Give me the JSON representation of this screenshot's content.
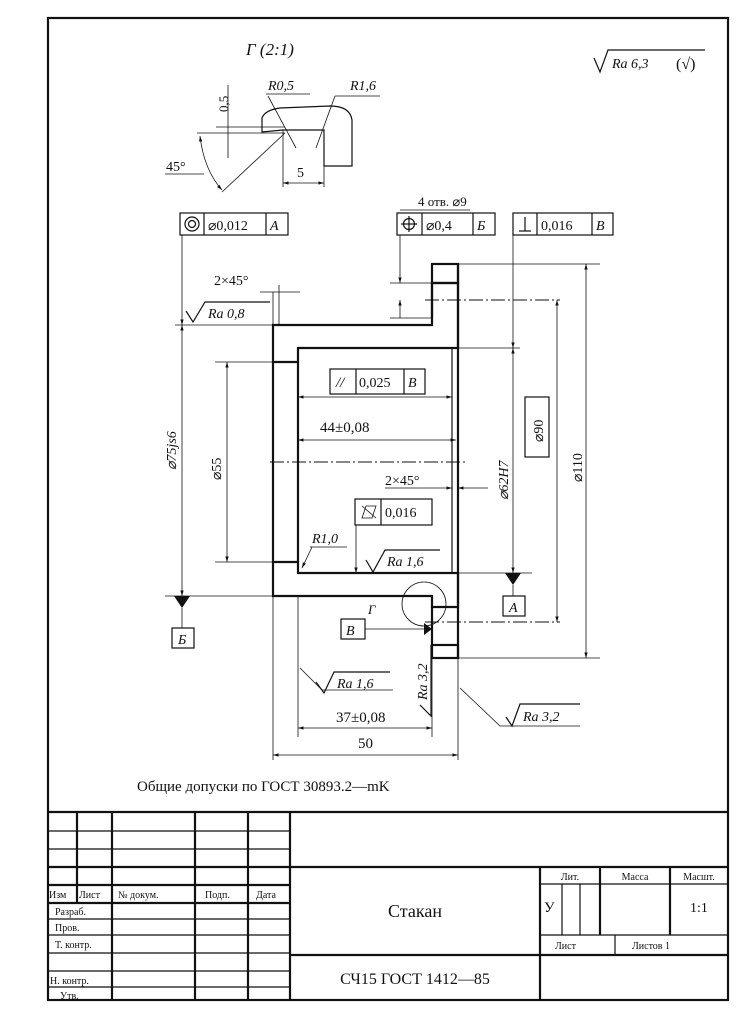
{
  "drawing": {
    "roughness_general": "Ra 6,3",
    "roughness_general_note": "(√)",
    "detail_view": {
      "title": "Г (2:1)",
      "r_small": "R0,5",
      "r_large": "R1,6",
      "depth": "0,5",
      "angle": "45°",
      "width": "5"
    },
    "tolerances": {
      "concentricity": {
        "value": "⌀0,012",
        "datum": "A"
      },
      "position": {
        "note": "4 отв. ⌀9",
        "value": "⌀0,4",
        "datum": "Б"
      },
      "perpendicularity": {
        "value": "0,016",
        "datum": "В"
      },
      "parallelism": {
        "value": "0,025",
        "datum": "В"
      },
      "flatness": {
        "value": "0,016"
      }
    },
    "dimensions": {
      "chamfer_top": "2×45°",
      "chamfer_inner": "2×45°",
      "ra_outer": "Ra 0,8",
      "d75": "⌀75js6",
      "d55": "⌀55",
      "d62": "⌀62H7",
      "d90": "⌀90",
      "d110": "⌀110",
      "len44": "44±0,08",
      "len37": "37±0,08",
      "len50": "50",
      "r1": "R1,0",
      "ra_inner_bottom": "Ra 1,6",
      "ra_face": "Ra 1,6",
      "ra_flange": "Ra 3,2",
      "ra_right": "Ra 3,2",
      "detail_mark": "Г"
    },
    "datums": {
      "a": "A",
      "b": "Б",
      "v": "В"
    },
    "general_note": "Общие допуски по ГОСТ 30893.2—mK"
  },
  "title_block": {
    "headers": [
      "Изм",
      "Лист",
      "№ докум.",
      "Подп.",
      "Дата"
    ],
    "roles": [
      "Разраб.",
      "Пров.",
      "Т. контр.",
      "Н. контр.",
      "Утв."
    ],
    "name": "Стакан",
    "material": "СЧ15 ГОСТ 1412—85",
    "lit_label": "Лит.",
    "lit_value": "У",
    "mass_label": "Масса",
    "scale_label": "Масшт.",
    "scale_value": "1:1",
    "sheet_label": "Лист",
    "sheets_label": "Листов 1"
  }
}
